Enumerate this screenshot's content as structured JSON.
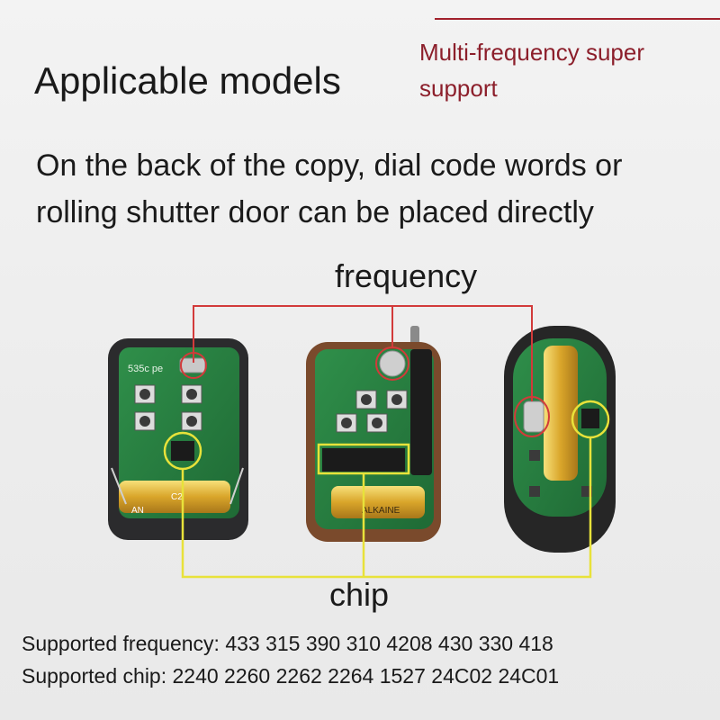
{
  "header": {
    "title": "Applicable models",
    "badge": "Multi-frequency super support",
    "description": "On the back of the copy, dial code words or rolling shutter door can be placed directly"
  },
  "callouts": {
    "frequency": "frequency",
    "chip": "chip"
  },
  "remotes": {
    "left": {
      "board_text": "535c pe",
      "battery_text": "AN",
      "battery_mark": "C2"
    },
    "middle": {
      "battery_text": "ALKAINE"
    }
  },
  "footer": {
    "supported_frequency": "Supported frequency: 433 315 390 310 4208 430 330 418",
    "supported_chip": "Supported chip: 2240 2260 2262 2264 1527 24C02 24C01"
  },
  "colors": {
    "accent_red": "#8c1f2b",
    "frequency_line": "#d23a3a",
    "chip_line": "#e8e23a"
  }
}
